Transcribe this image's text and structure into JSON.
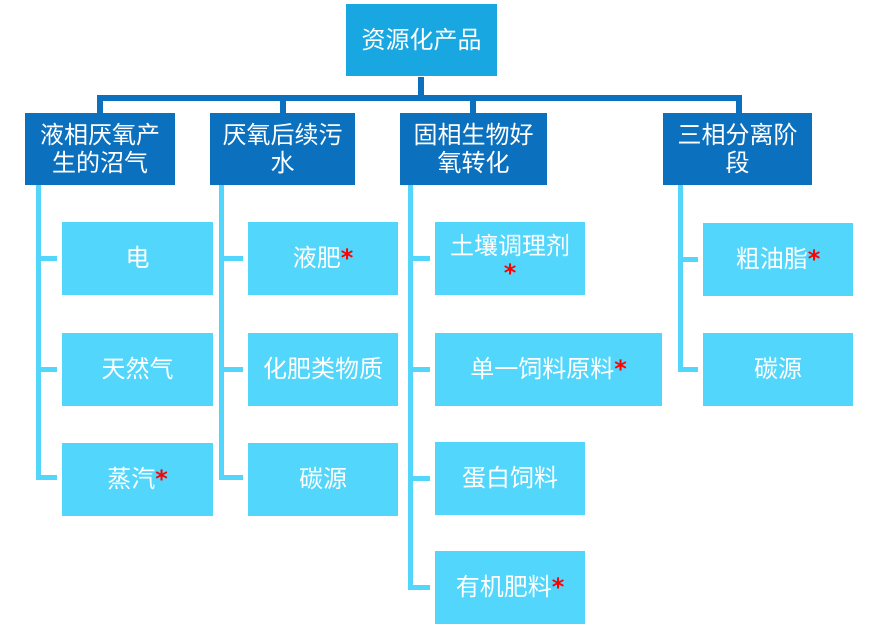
{
  "diagram": {
    "type": "hierarchy-org-chart",
    "colors": {
      "root_fill": "#19A7E2",
      "branch_fill": "#0B70BE",
      "leaf_fill": "#53D6FB",
      "connector_dark": "#0B70BE",
      "connector_light": "#53D6FB",
      "text": "#FFFFFF",
      "asterisk": "#FF0000"
    }
  },
  "tree": {
    "root": {
      "label": "资源化产品"
    },
    "branches": [
      {
        "label": "液相厌氧产生的沼气",
        "children": [
          {
            "label": "电"
          },
          {
            "label": "天然气"
          },
          {
            "label": "蒸汽",
            "asterisk": "*"
          }
        ]
      },
      {
        "label": "厌氧后续污水",
        "children": [
          {
            "label": "液肥",
            "asterisk": "*"
          },
          {
            "label": "化肥类物质"
          },
          {
            "label": "碳源"
          }
        ]
      },
      {
        "label": "固相生物好氧转化",
        "children": [
          {
            "label": "土壤调理剂",
            "asterisk": "*"
          },
          {
            "label": "单一饲料原料",
            "asterisk": "*"
          },
          {
            "label": "蛋白饲料"
          },
          {
            "label": "有机肥料",
            "asterisk": "*"
          }
        ]
      },
      {
        "label": "三相分离阶段",
        "children": [
          {
            "label": "粗油脂",
            "asterisk": "*"
          },
          {
            "label": "碳源"
          }
        ]
      }
    ]
  }
}
